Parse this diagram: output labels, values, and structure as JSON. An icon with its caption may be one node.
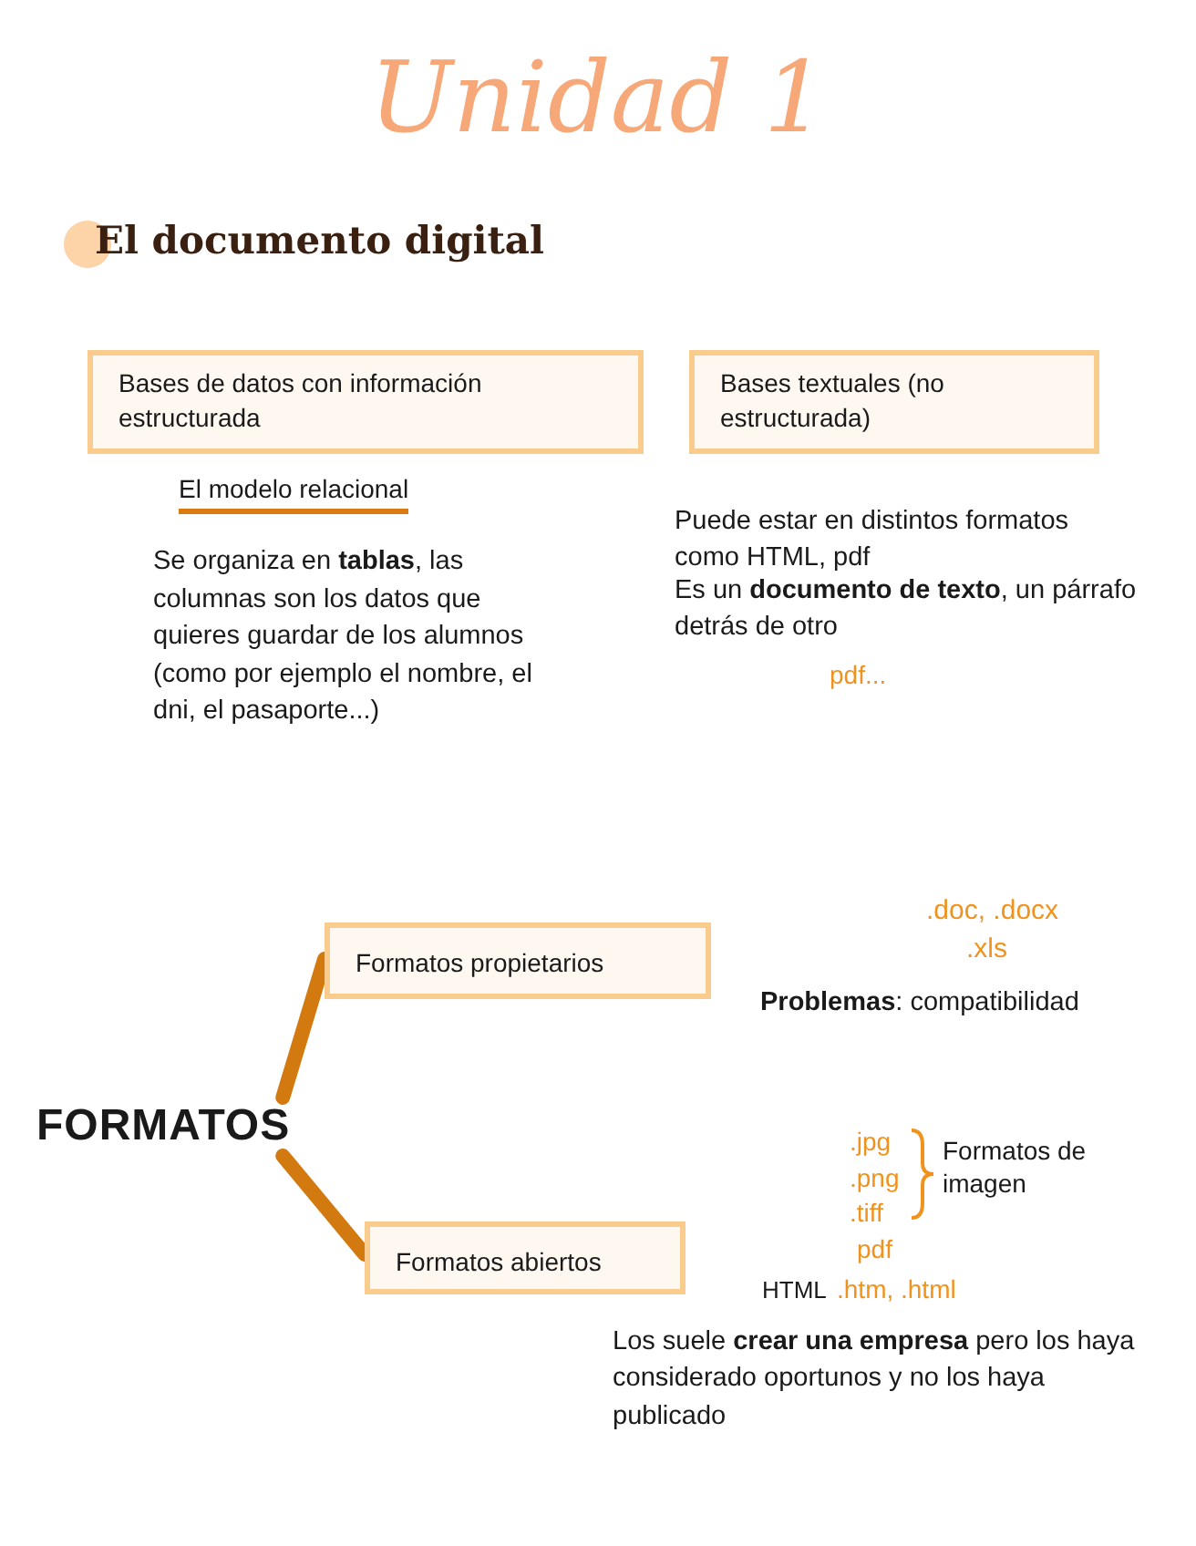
{
  "diagram": {
    "title": "Unidad 1",
    "nodes": [
      {
        "text": [
          "Bases de datos con información estructurada"
        ]
      },
      {
        "text": [
          "Bases textuales (no estructurada)"
        ]
      },
      {
        "text": [
          "FORMATOS"
        ]
      },
      {
        "text": [
          "Formatos propietarios"
        ]
      },
      {
        "text": [
          "Formatos abiertos"
        ]
      }
    ],
    "edges": [
      {
        "from": 2,
        "to": 3,
        "arrow": "none"
      },
      {
        "from": 2,
        "to": 4,
        "arrow": "none"
      }
    ],
    "labels": [
      "El documento digital",
      "El modelo relacional",
      "Se organiza en **tablas**, las columnas son los datos que quieres guardar de los alumnos (como por ejemplo el nombre, el dni, el pasaporte...)",
      "Puede estar en distintos formatos como HTML, pdf",
      "Es un **documento de texto**, un párrafo detrás de otro",
      "pdf...",
      ".doc, .docx",
      ".xls",
      "**Problemas**: compatibilidad",
      ".jpg",
      ".png",
      ".tiff",
      "pdf",
      "Formatos de imagen",
      "HTML",
      ".htm, .html",
      "Los suele **crear una empresa** pero los haya considerado oportunos y no los haya publicado"
    ]
  }
}
